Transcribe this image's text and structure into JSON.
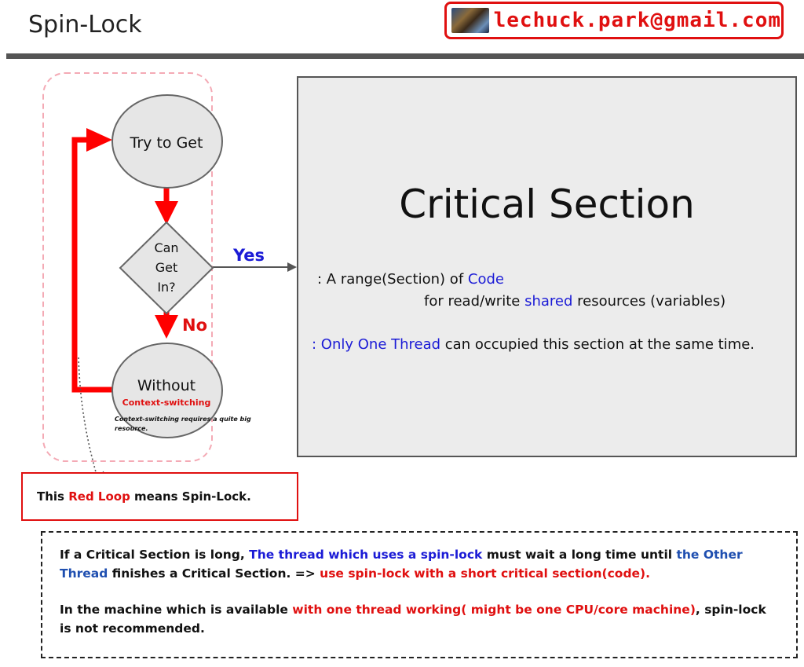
{
  "header": {
    "title": "Spin-Lock",
    "email": "lechuck.park@gmail.com"
  },
  "flow": {
    "try_label": "Try to Get",
    "decision_line1": "Can",
    "decision_line2": "Get",
    "decision_line3": "In?",
    "yes_label": "Yes",
    "no_label": "No",
    "without_label": "Without",
    "context_label": "Context-switching",
    "context_note_line1": "Context-switching requires a quite big",
    "context_note_line2": "resource."
  },
  "critical": {
    "title": "Critical Section",
    "line1_prefix": ": A range(Section) of ",
    "line1_code": "Code",
    "line2_prefix": "for read/write ",
    "line2_shared": "shared",
    "line2_suffix": " resources (variables)",
    "line3_prefix": ": ",
    "line3_only": "Only One Thread",
    "line3_suffix": " can occupied this section at the same time."
  },
  "note": {
    "prefix": "This ",
    "red_loop": "Red Loop",
    "suffix": " means Spin-Lock."
  },
  "warning": {
    "p1_a": "If a Critical Section is long, ",
    "p1_b": "The thread which uses a spin-lock",
    "p1_c": " must wait a long time until ",
    "p1_d": "the Other Thread",
    "p1_e": " finishes a Critical Section. => ",
    "p1_f": "use spin-lock with a short critical section(code).",
    "p2_a": "In the machine which is available ",
    "p2_b": "with one thread working( might be one CPU/core machine)",
    "p2_c": ", spin-lock is not recommended."
  },
  "colors": {
    "accent_red": "#e01010",
    "accent_blue": "#1b1bd6",
    "node_fill": "#e6e6e6"
  }
}
